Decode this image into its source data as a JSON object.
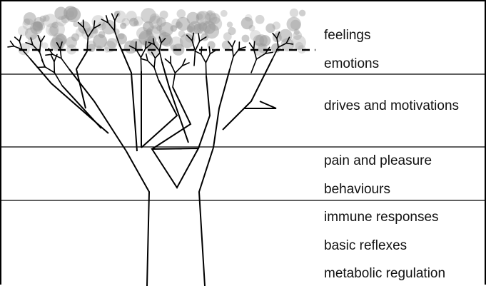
{
  "levels": {
    "feelings": "feelings",
    "emotions": "emotions",
    "drives": "drives and motivations",
    "pain_pleasure": "pain and pleasure",
    "behaviours": "behaviours",
    "immune": "immune responses",
    "reflexes": "basic reflexes",
    "metabolic": "metabolic regulation"
  },
  "colors": {
    "line": "#000000",
    "foliage": "#9a9a9a",
    "background": "#ffffff"
  }
}
